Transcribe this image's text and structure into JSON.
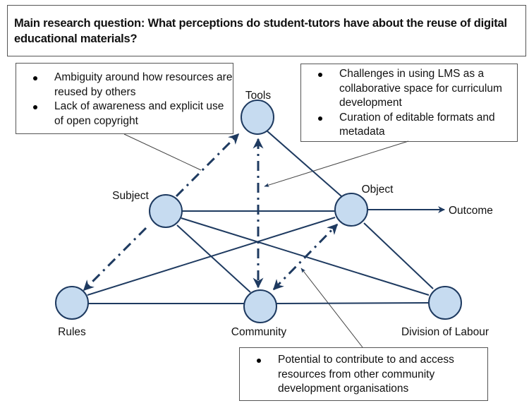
{
  "title": "Main research question: What perceptions do student-tutors have about the reuse of digital educational materials?",
  "notes": {
    "left": [
      "Ambiguity around how resources are reused by others",
      "Lack of awareness and explicit use of open copyright"
    ],
    "right": [
      "Challenges in using LMS as a collaborative space for curriculum development",
      "Curation of editable formats and metadata"
    ],
    "bottom": [
      "Potential to contribute to and access resources from other community development organisations"
    ]
  },
  "nodes": {
    "tools": "Tools",
    "subject": "Subject",
    "object": "Object",
    "outcome": "Outcome",
    "rules": "Rules",
    "community": "Community",
    "division": "Division of Labour"
  },
  "colors": {
    "line": "#1e3a60",
    "node_fill": "#c6dbf0",
    "callout": "#444444"
  }
}
